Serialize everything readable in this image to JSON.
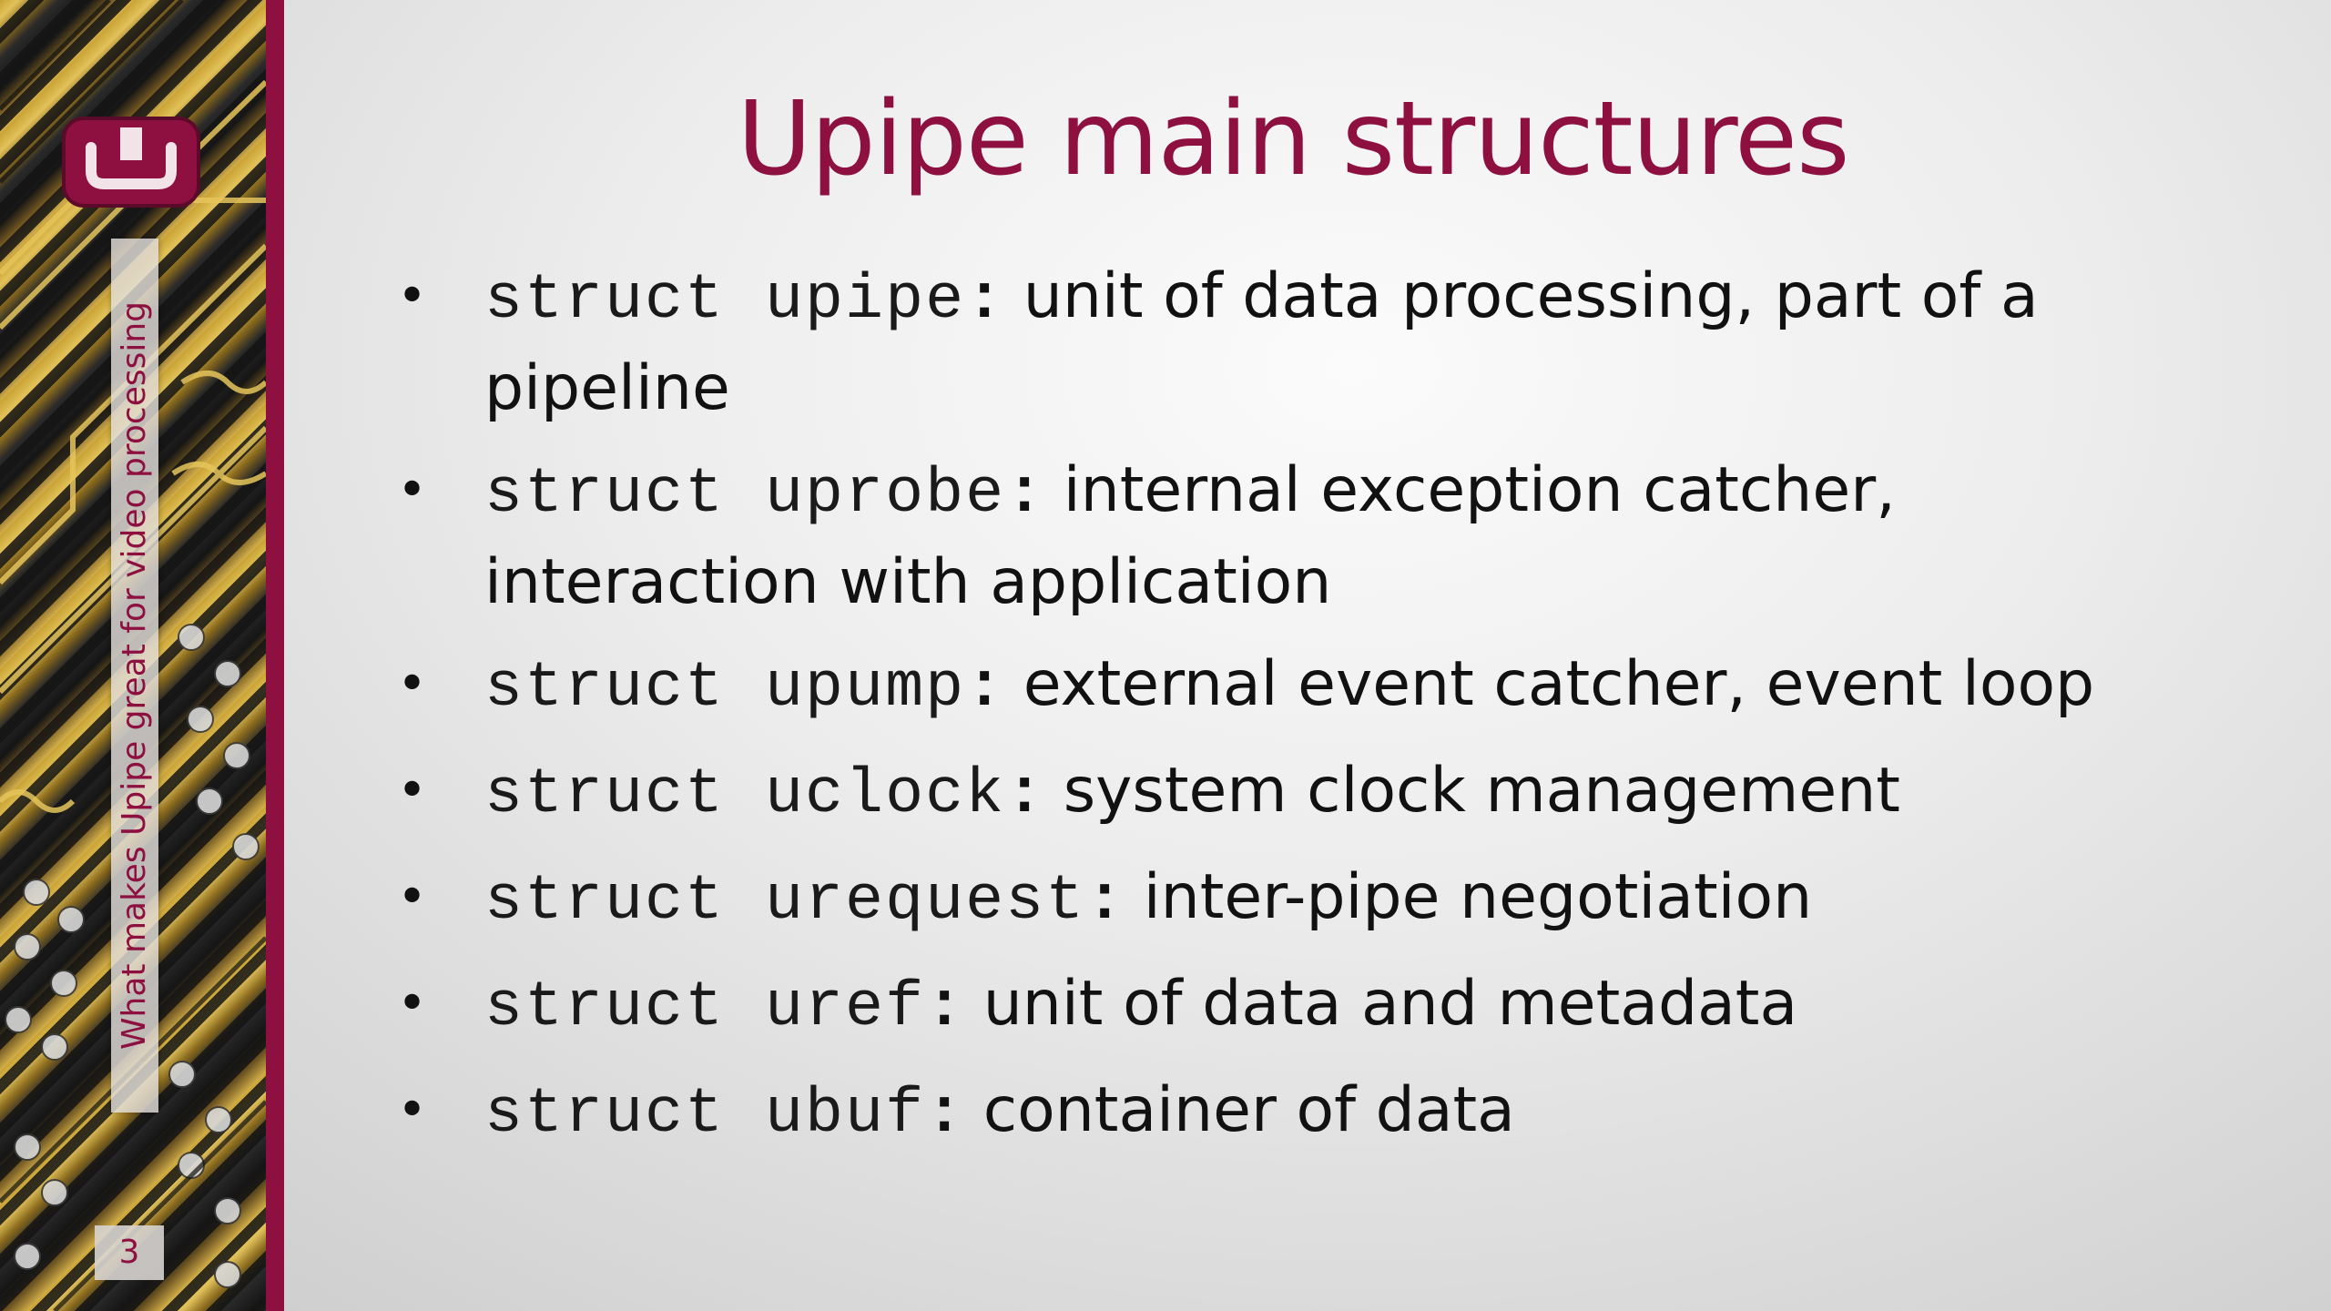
{
  "slide": {
    "title": "Upipe main structures",
    "page_number": "3"
  },
  "sidebar": {
    "vertical_text": "What makes Upipe great for video processing",
    "logo_icon": "upipe-logo-icon",
    "accent_color": "#8d1040"
  },
  "bullets": [
    {
      "code": "struct upipe",
      "separator": ":",
      "text": " unit of data processing, part of a pipeline"
    },
    {
      "code": "struct uprobe",
      "separator": ":",
      "text": " internal exception catcher, interaction with application"
    },
    {
      "code": "struct upump",
      "separator": ":",
      "text": " external event catcher, event loop"
    },
    {
      "code": "struct uclock",
      "separator": ":",
      "text": " system clock management"
    },
    {
      "code": "struct urequest",
      "separator": ":",
      "text": " inter-pipe negotiation"
    },
    {
      "code": "struct uref",
      "separator": ":",
      "text": " unit of data and metadata"
    },
    {
      "code": "struct ubuf",
      "separator": ":",
      "text": " container of data"
    }
  ]
}
